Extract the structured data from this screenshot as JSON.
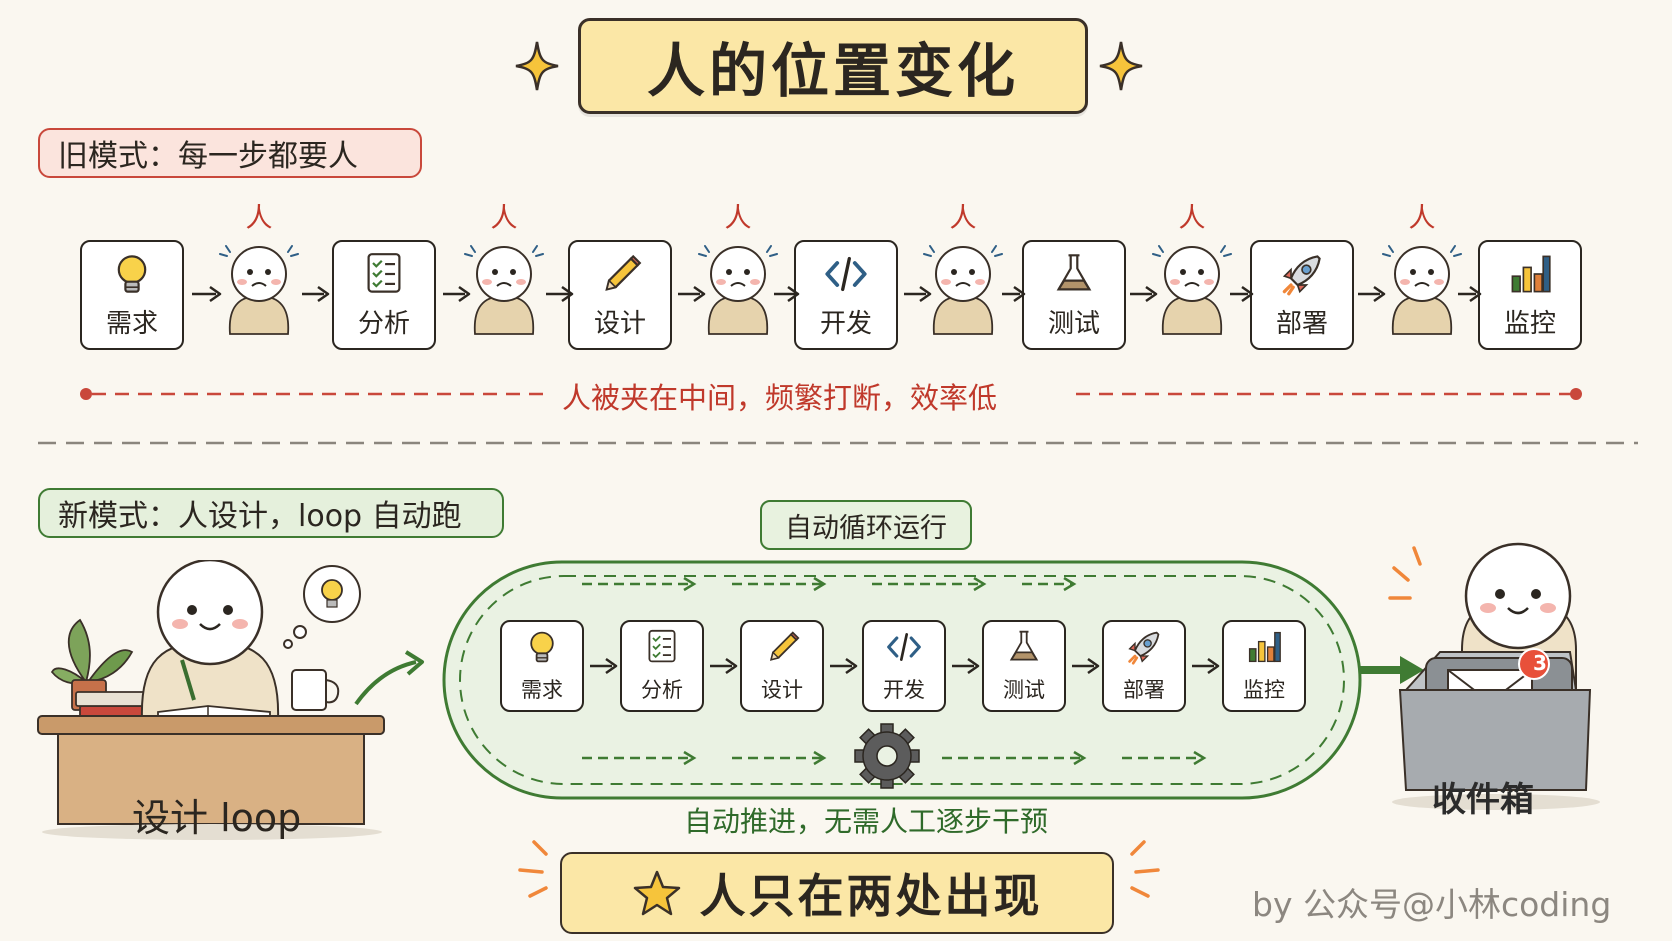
{
  "title": "人的位置变化",
  "old_mode": {
    "tag": "旧模式：每一步都要人",
    "steps": [
      {
        "label": "需求",
        "icon": "lightbulb-icon"
      },
      {
        "label": "分析",
        "icon": "checklist-icon"
      },
      {
        "label": "设计",
        "icon": "pencil-icon"
      },
      {
        "label": "开发",
        "icon": "code-icon"
      },
      {
        "label": "测试",
        "icon": "flask-icon"
      },
      {
        "label": "部署",
        "icon": "rocket-icon"
      },
      {
        "label": "监控",
        "icon": "bar-chart-icon"
      }
    ],
    "person_label": "人",
    "note": "人被夹在中间，频繁打断，效率低"
  },
  "new_mode": {
    "tag": "新模式：人设计，loop 自动跑",
    "loop_label": "自动循环运行",
    "steps": [
      {
        "label": "需求",
        "icon": "lightbulb-icon"
      },
      {
        "label": "分析",
        "icon": "checklist-icon"
      },
      {
        "label": "设计",
        "icon": "pencil-icon"
      },
      {
        "label": "开发",
        "icon": "code-icon"
      },
      {
        "label": "测试",
        "icon": "flask-icon"
      },
      {
        "label": "部署",
        "icon": "rocket-icon"
      },
      {
        "label": "监控",
        "icon": "bar-chart-icon"
      }
    ],
    "auto_note": "自动推进，无需人工逐步干预",
    "desk_label": "设计 loop",
    "inbox_label": "收件箱",
    "inbox_badge": "3"
  },
  "summary": "人只在两处出现",
  "credit": "by 公众号@小林coding",
  "colors": {
    "accent_yellow": "#fbe7a6",
    "old_red": "#c9483b",
    "new_green": "#3f7b33"
  }
}
